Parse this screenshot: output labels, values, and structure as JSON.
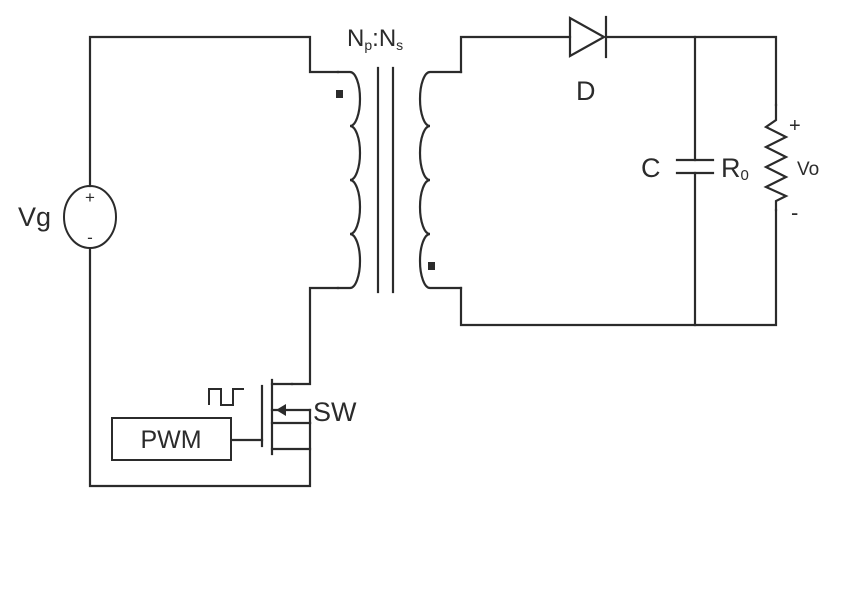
{
  "diagram": {
    "labels": {
      "source": "Vg",
      "source_plus": "+",
      "source_minus": "-",
      "turns_ratio_main": "N",
      "turns_ratio_p": "p",
      "turns_ratio_colon": ":",
      "turns_ratio_s_main": "N",
      "turns_ratio_s": "s",
      "diode": "D",
      "capacitor": "C",
      "resistor_main": "R",
      "resistor_sub": "0",
      "output_plus": "+",
      "output_minus": "-",
      "output_voltage": "Vo",
      "switch": "SW",
      "pwm": "PWM"
    }
  }
}
